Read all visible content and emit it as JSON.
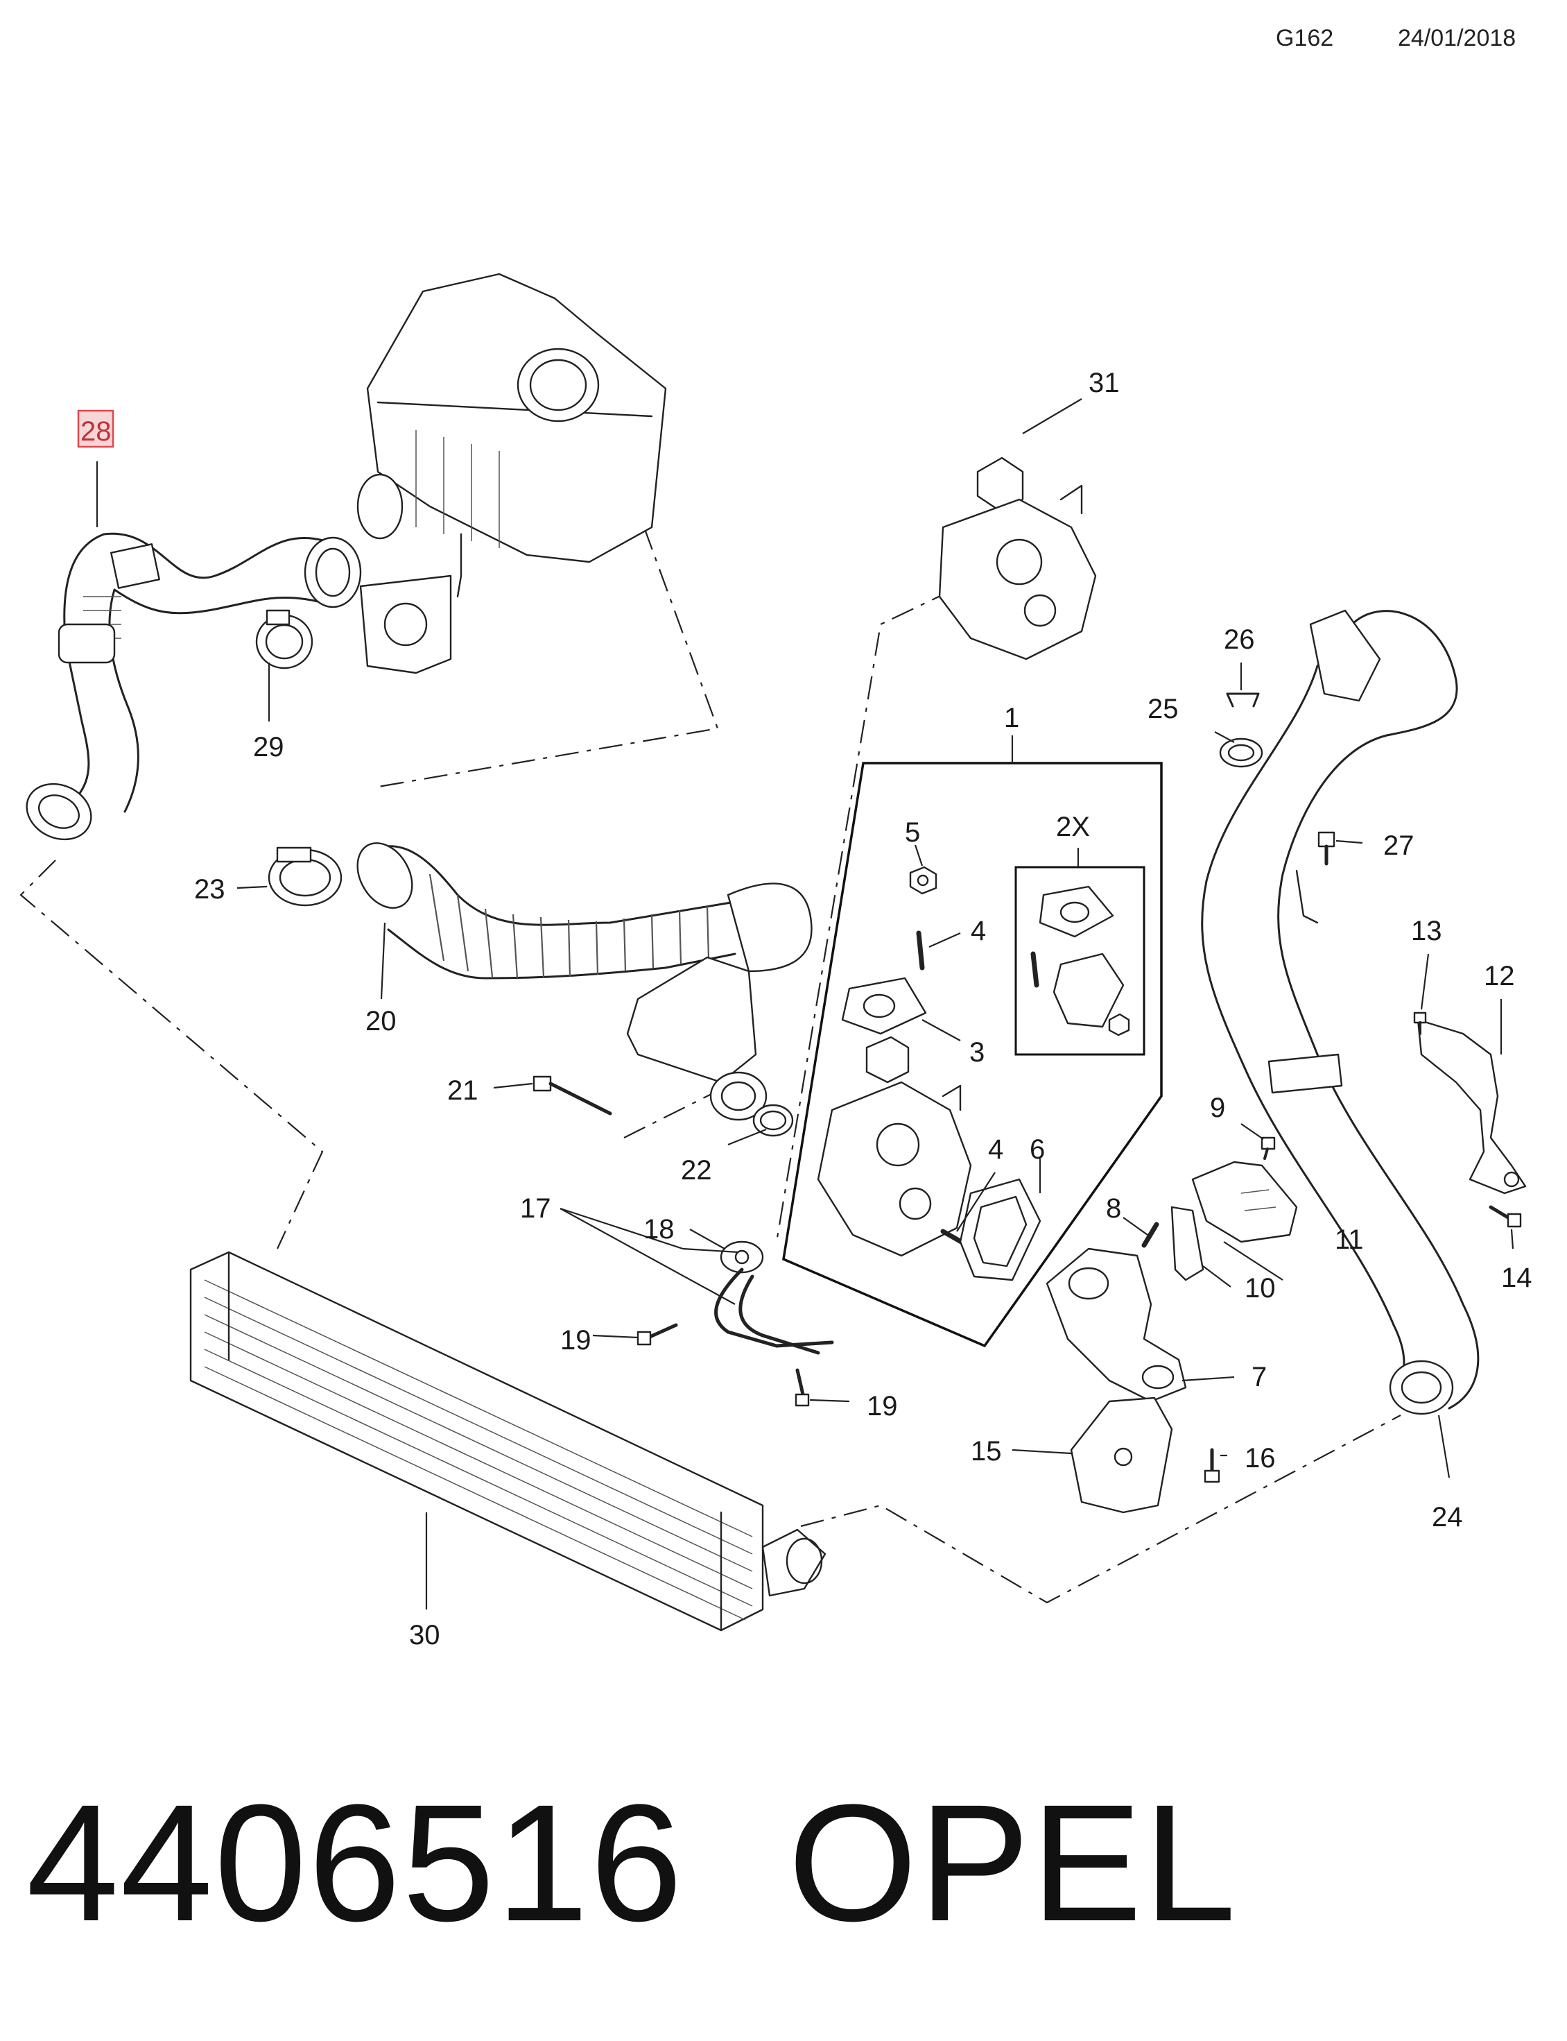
{
  "header": {
    "code": "G162",
    "date": "24/01/2018"
  },
  "callouts": {
    "c1": "1",
    "c2x": "2X",
    "c3": "3",
    "c4a": "4",
    "c4b": "4",
    "c5": "5",
    "c6": "6",
    "c7": "7",
    "c8": "8",
    "c9": "9",
    "c10": "10",
    "c11": "11",
    "c12": "12",
    "c13": "13",
    "c14": "14",
    "c15": "15",
    "c16": "16",
    "c17": "17",
    "c18": "18",
    "c19a": "19",
    "c19b": "19",
    "c20": "20",
    "c21": "21",
    "c22": "22",
    "c23": "23",
    "c24": "24",
    "c25": "25",
    "c26": "26",
    "c27": "27",
    "c28": "28",
    "c29": "29",
    "c30": "30",
    "c31": "31"
  },
  "highlight": {
    "part": "28",
    "box_color": "#f6d6d6",
    "border_color": "#e0474c"
  },
  "footer": {
    "part_number": "4406516",
    "brand": "OPEL"
  }
}
